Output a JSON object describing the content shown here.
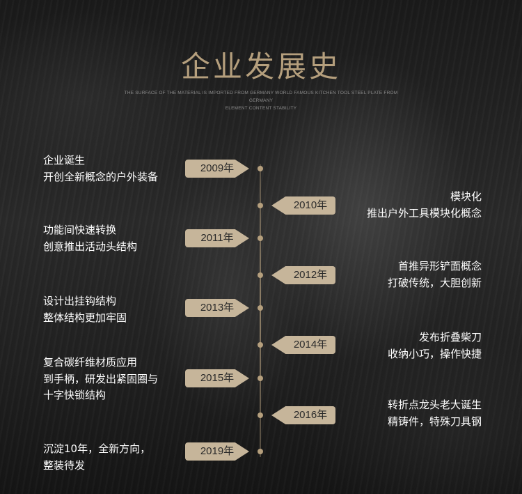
{
  "title": "企业发展史",
  "subtitle_line1": "THE SURFACE OF THE MATERIAL IS IMPORTED FROM GERMANY WORLD FAMOUS KITCHEN TOOL STEEL PLATE FROM GERMANY",
  "subtitle_line2": "ELEMENT CONTENT STABILITY",
  "colors": {
    "accent": "#b59f7d",
    "tag_fill": "#c6b59a",
    "tag_text": "#2a2a2a",
    "text": "#ffffff"
  },
  "timeline": [
    {
      "year": "2009年",
      "side": "left",
      "lines": [
        "企业诞生",
        "开创全新概念的户外装备"
      ]
    },
    {
      "year": "2010年",
      "side": "right",
      "lines": [
        "模块化",
        "推出户外工具模块化概念"
      ]
    },
    {
      "year": "2011年",
      "side": "left",
      "lines": [
        "功能间快速转换",
        "创意推出活动头结构"
      ]
    },
    {
      "year": "2012年",
      "side": "right",
      "lines": [
        "首推异形铲面概念",
        "打破传统，大胆创新"
      ]
    },
    {
      "year": "2013年",
      "side": "left",
      "lines": [
        "设计出挂钩结构",
        "整体结构更加牢固"
      ]
    },
    {
      "year": "2014年",
      "side": "right",
      "lines": [
        "发布折叠柴刀",
        "收纳小巧，操作快捷"
      ]
    },
    {
      "year": "2015年",
      "side": "left",
      "lines": [
        "复合碳纤维材质应用",
        "到手柄，研发出紧固圈与",
        "十字快锁结构"
      ]
    },
    {
      "year": "2016年",
      "side": "right",
      "lines": [
        "转折点龙头老大诞生",
        "精铸件，特殊刀具钢"
      ]
    },
    {
      "year": "2019年",
      "side": "left",
      "lines": [
        "沉淀10年，全新方向，",
        "整装待发"
      ]
    }
  ]
}
